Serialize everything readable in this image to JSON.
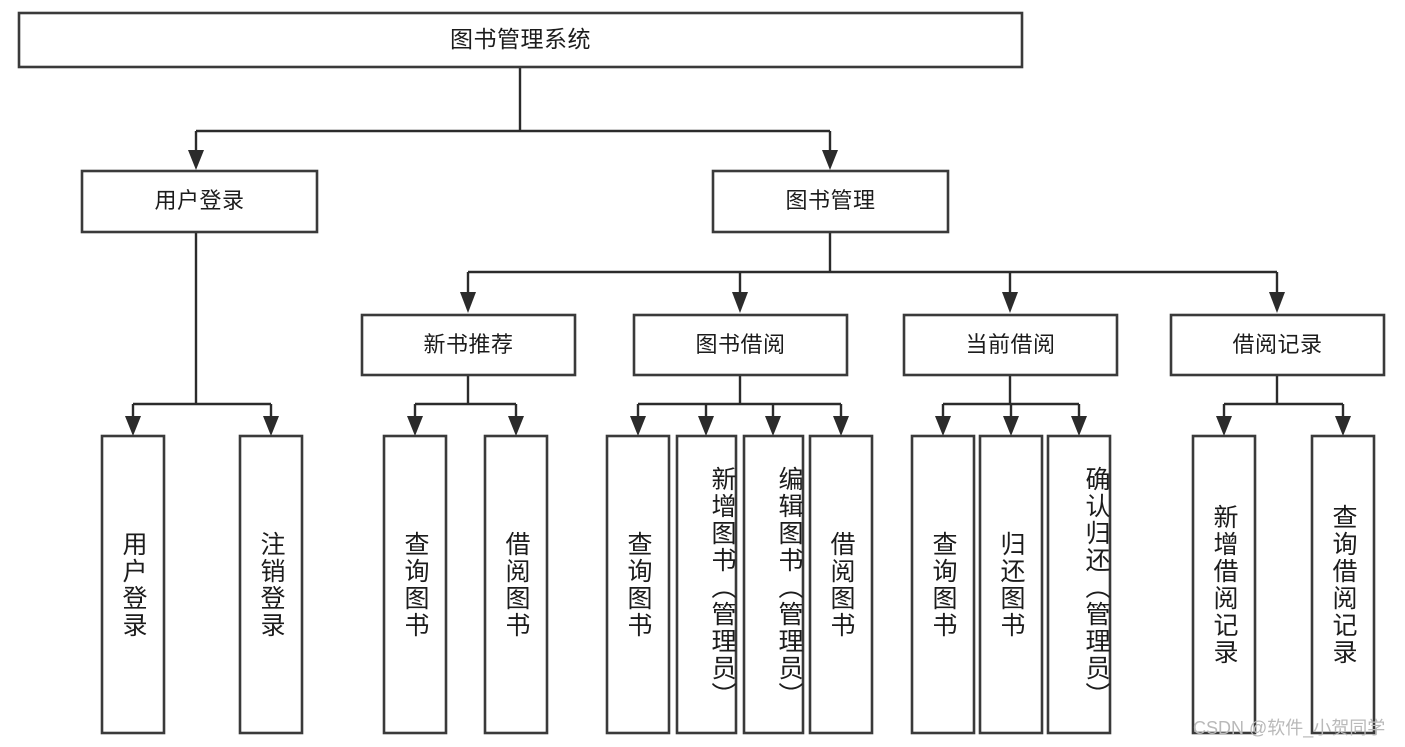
{
  "diagram": {
    "type": "tree",
    "title": "图书管理系统",
    "watermark": "CSDN @软件_小贺同学",
    "colors": {
      "box_stroke": "#3a3a3a",
      "connector": "#2b2b2b",
      "background": "#ffffff",
      "text": "#1c1c1c",
      "watermark": "#b9b9b9"
    },
    "levels": {
      "root": {
        "label": "图书管理系统"
      },
      "level2": [
        {
          "id": "user-login",
          "label": "用户登录"
        },
        {
          "id": "book-management",
          "label": "图书管理"
        }
      ],
      "level3": [
        {
          "id": "new-book-recommend",
          "label": "新书推荐",
          "parent": "book-management"
        },
        {
          "id": "book-borrow",
          "label": "图书借阅",
          "parent": "book-management"
        },
        {
          "id": "current-borrow",
          "label": "当前借阅",
          "parent": "book-management"
        },
        {
          "id": "borrow-record",
          "label": "借阅记录",
          "parent": "book-management"
        }
      ],
      "leaves": [
        {
          "id": "leaf-user-login",
          "label": "用户登录",
          "parent": "user-login"
        },
        {
          "id": "leaf-logout",
          "label": "注销登录",
          "parent": "user-login"
        },
        {
          "id": "leaf-query-book-1",
          "label": "查询图书",
          "parent": "new-book-recommend"
        },
        {
          "id": "leaf-borrow-book-1",
          "label": "借阅图书",
          "parent": "new-book-recommend"
        },
        {
          "id": "leaf-query-book-2",
          "label": "查询图书",
          "parent": "book-borrow"
        },
        {
          "id": "leaf-add-book",
          "label": "新增图书（管理员）",
          "parent": "book-borrow"
        },
        {
          "id": "leaf-edit-book",
          "label": "编辑图书（管理员）",
          "parent": "book-borrow"
        },
        {
          "id": "leaf-borrow-book-2",
          "label": "借阅图书",
          "parent": "book-borrow"
        },
        {
          "id": "leaf-query-book-3",
          "label": "查询图书",
          "parent": "current-borrow"
        },
        {
          "id": "leaf-return-book",
          "label": "归还图书",
          "parent": "current-borrow"
        },
        {
          "id": "leaf-confirm-return",
          "label": "确认归还（管理员）",
          "parent": "current-borrow"
        },
        {
          "id": "leaf-add-record",
          "label": "新增借阅记录",
          "parent": "borrow-record"
        },
        {
          "id": "leaf-query-record",
          "label": "查询借阅记录",
          "parent": "borrow-record"
        }
      ]
    }
  }
}
